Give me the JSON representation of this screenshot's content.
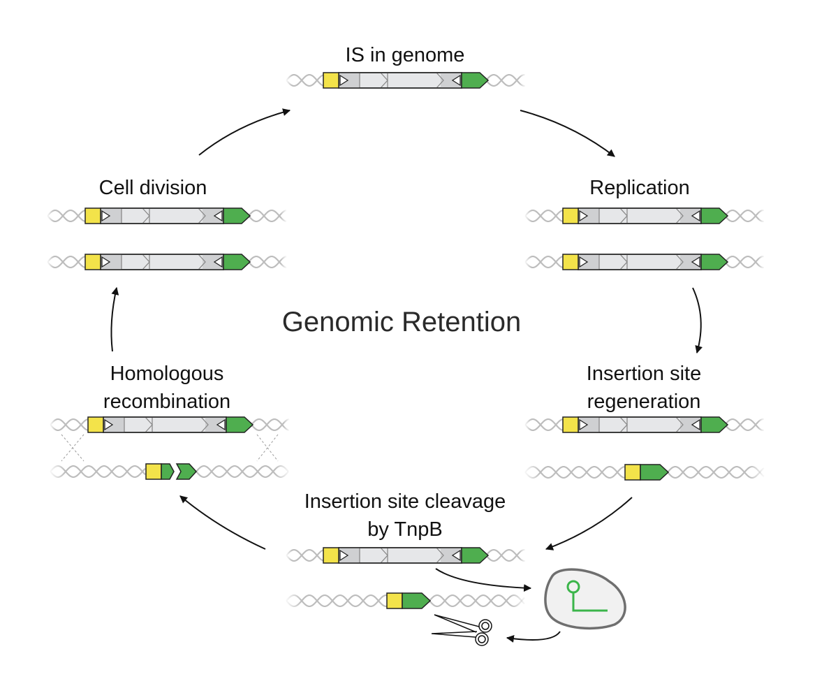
{
  "title": "Genomic Retention",
  "stages": {
    "is_in_genome": {
      "label": "IS in genome"
    },
    "replication": {
      "label": "Replication"
    },
    "insertion_site_regeneration": {
      "label_line1": "Insertion site",
      "label_line2": "regeneration"
    },
    "insertion_site_cleavage": {
      "label_line1": "Insertion site cleavage",
      "label_line2": "by TnpB"
    },
    "homologous_recombination": {
      "label_line1": "Homologous",
      "label_line2": "recombination"
    },
    "cell_division": {
      "label": "Cell division"
    }
  },
  "colors": {
    "left_end": "#f3e34a",
    "right_end": "#4fae4f",
    "body_light": "#e6e7e9",
    "body_mid": "#cfd0d2",
    "dna": "#bdbdbd",
    "rna": "#3bb54a",
    "protein_fill": "#f1f1f1",
    "protein_stroke": "#6f6f6f",
    "arrow": "#111111"
  },
  "icons": {
    "protein": "tnpb-protein-icon",
    "rna": "omega-rna-icon",
    "scissors": "scissors-icon"
  }
}
